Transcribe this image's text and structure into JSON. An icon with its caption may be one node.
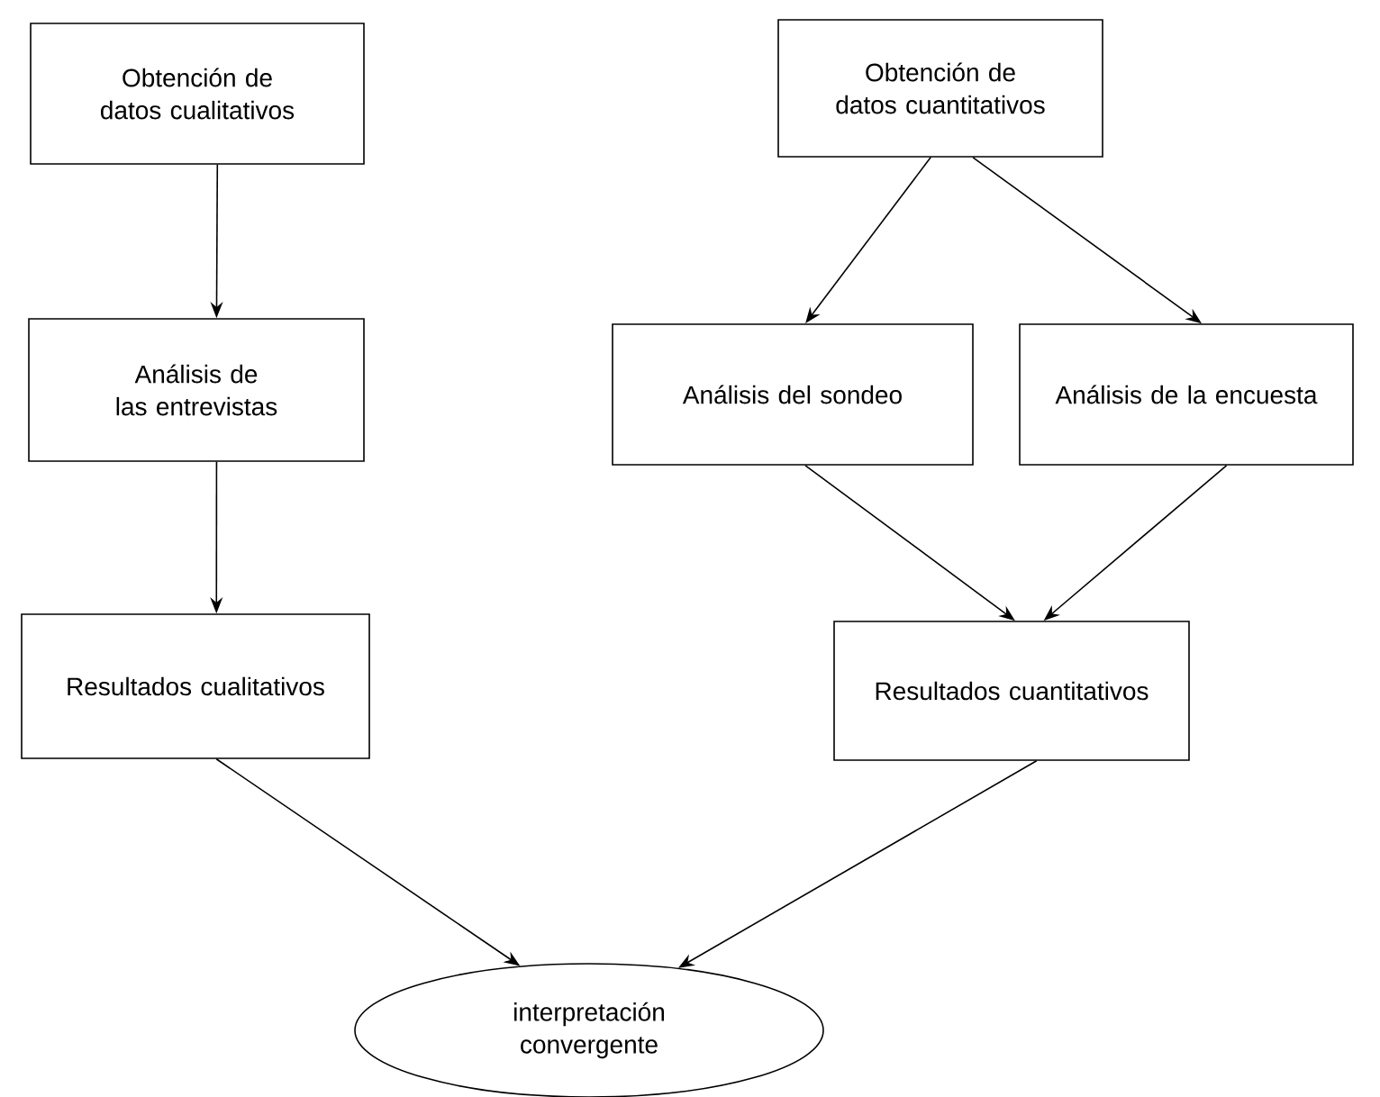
{
  "diagram": {
    "nodes": [
      {
        "text": [
          "Obtención de datos cualitativos"
        ]
      },
      {
        "text": [
          "Obtención de datos cuantitativos"
        ]
      },
      {
        "text": [
          "Análisis de las entrevistas"
        ]
      },
      {
        "text": [
          "Análisis del sondeo"
        ]
      },
      {
        "text": [
          "Análisis de la encuesta"
        ]
      },
      {
        "text": [
          "Resultados cualitativos"
        ]
      },
      {
        "text": [
          "Resultados cuantitativos"
        ]
      },
      {
        "text": [
          "interpretación convergente"
        ]
      }
    ],
    "edges": [
      {
        "from": 0,
        "to": 2,
        "arrow": "to"
      },
      {
        "from": 1,
        "to": 3,
        "arrow": "to"
      },
      {
        "from": 1,
        "to": 4,
        "arrow": "to"
      },
      {
        "from": 2,
        "to": 5,
        "arrow": "to"
      },
      {
        "from": 3,
        "to": 6,
        "arrow": "to"
      },
      {
        "from": 4,
        "to": 6,
        "arrow": "to"
      },
      {
        "from": 5,
        "to": 7,
        "arrow": "to"
      },
      {
        "from": 6,
        "to": 7,
        "arrow": "to"
      }
    ]
  }
}
